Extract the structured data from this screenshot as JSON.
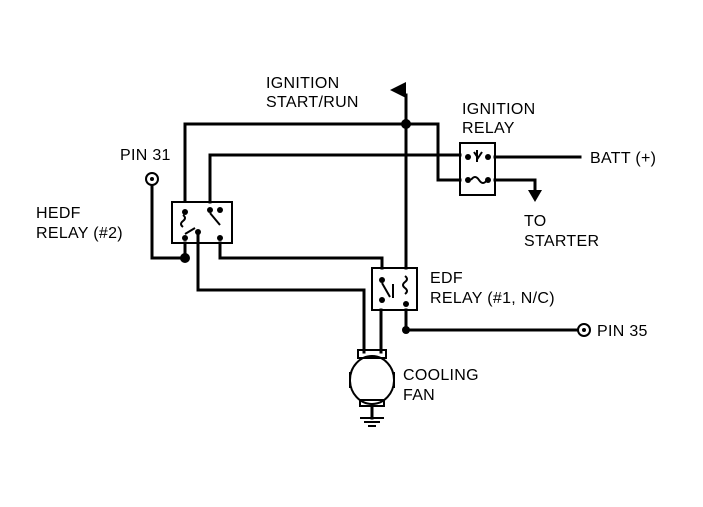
{
  "labels": {
    "ignition_line1": "IGNITION",
    "ignition_line2": "START/RUN",
    "ign_relay_line1": "IGNITION",
    "ign_relay_line2": "RELAY",
    "batt": "BATT (+)",
    "to_line1": "TO",
    "to_line2": "STARTER",
    "pin31": "PIN 31",
    "hedf_line1": "HEDF",
    "hedf_line2": "RELAY (#2)",
    "edf_line1": "EDF",
    "edf_line2": "RELAY (#1, N/C)",
    "pin35": "PIN 35",
    "fan_line1": "COOLING",
    "fan_line2": "FAN"
  }
}
